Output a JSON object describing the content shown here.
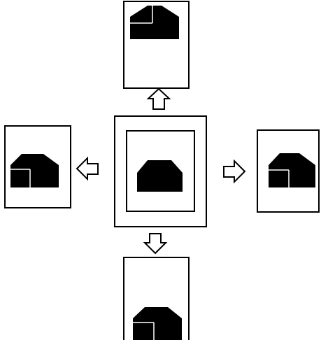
{
  "diagram": {
    "colors": {
      "stroke": "#000000",
      "fill": "#000000",
      "background": "#ffffff"
    },
    "center": {
      "shape": "house-icon"
    },
    "panels": [
      {
        "direction": "up",
        "shape": "house-with-top-left-box-icon"
      },
      {
        "direction": "left",
        "shape": "house-with-bottom-left-box-icon"
      },
      {
        "direction": "right",
        "shape": "house-with-bottom-left-box-icon"
      },
      {
        "direction": "down",
        "shape": "house-with-bottom-left-box-icon"
      }
    ],
    "arrows": [
      "arrow-up-icon",
      "arrow-left-icon",
      "arrow-right-icon",
      "arrow-down-icon"
    ]
  }
}
